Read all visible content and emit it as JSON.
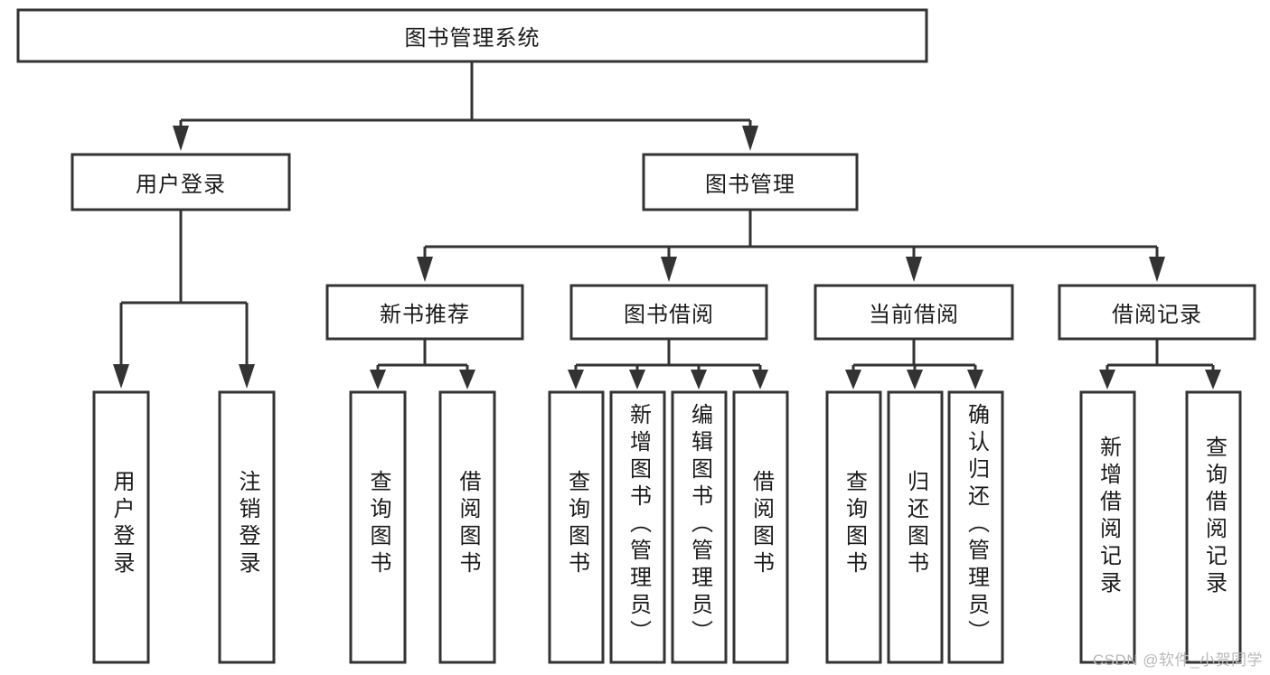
{
  "diagram": {
    "type": "hierarchy-tree",
    "title": "图书管理系统",
    "watermark": "CSDN @软件_小贺同学",
    "colors": {
      "box_fill": "#ffffff",
      "box_stroke": "#333333",
      "text": "#1a1a1a",
      "background": "#ffffff",
      "watermark": "#b9b9b9"
    },
    "levels": {
      "level1": "系统",
      "level2": "模块",
      "level3": "子模块",
      "level4": "功能"
    },
    "nodes": {
      "root": {
        "label": "图书管理系统",
        "orientation": "horizontal"
      },
      "level2": [
        {
          "id": "user-login",
          "label": "用户登录",
          "orientation": "horizontal"
        },
        {
          "id": "book-manage",
          "label": "图书管理",
          "orientation": "horizontal"
        }
      ],
      "level3": [
        {
          "id": "new-book-rec",
          "label": "新书推荐",
          "orientation": "horizontal",
          "parent": "book-manage"
        },
        {
          "id": "book-borrow",
          "label": "图书借阅",
          "orientation": "horizontal",
          "parent": "book-manage"
        },
        {
          "id": "current-borrow",
          "label": "当前借阅",
          "orientation": "horizontal",
          "parent": "book-manage"
        },
        {
          "id": "borrow-record",
          "label": "借阅记录",
          "orientation": "horizontal",
          "parent": "book-manage"
        }
      ],
      "leaves": [
        {
          "id": "leaf-user-login",
          "label": "用户登录",
          "orientation": "vertical",
          "parent": "user-login"
        },
        {
          "id": "leaf-logout-login",
          "label": "注销登录",
          "orientation": "vertical",
          "parent": "user-login"
        },
        {
          "id": "leaf-query-book-1",
          "label": "查询图书",
          "orientation": "vertical",
          "parent": "new-book-rec"
        },
        {
          "id": "leaf-borrow-book-1",
          "label": "借阅图书",
          "orientation": "vertical",
          "parent": "new-book-rec"
        },
        {
          "id": "leaf-query-book-2",
          "label": "查询图书",
          "orientation": "vertical",
          "parent": "book-borrow"
        },
        {
          "id": "leaf-add-book",
          "label": "新增图书（管理员）",
          "orientation": "vertical",
          "parent": "book-borrow"
        },
        {
          "id": "leaf-edit-book",
          "label": "编辑图书（管理员）",
          "orientation": "vertical",
          "parent": "book-borrow"
        },
        {
          "id": "leaf-borrow-book-2",
          "label": "借阅图书",
          "orientation": "vertical",
          "parent": "book-borrow"
        },
        {
          "id": "leaf-query-book-3",
          "label": "查询图书",
          "orientation": "vertical",
          "parent": "current-borrow"
        },
        {
          "id": "leaf-return-book",
          "label": "归还图书",
          "orientation": "vertical",
          "parent": "current-borrow"
        },
        {
          "id": "leaf-confirm-return",
          "label": "确认归还（管理员）",
          "orientation": "vertical",
          "parent": "current-borrow"
        },
        {
          "id": "leaf-add-record",
          "label": "新增借阅记录",
          "orientation": "vertical",
          "parent": "borrow-record"
        },
        {
          "id": "leaf-query-record",
          "label": "查询借阅记录",
          "orientation": "vertical",
          "parent": "borrow-record"
        }
      ]
    }
  }
}
